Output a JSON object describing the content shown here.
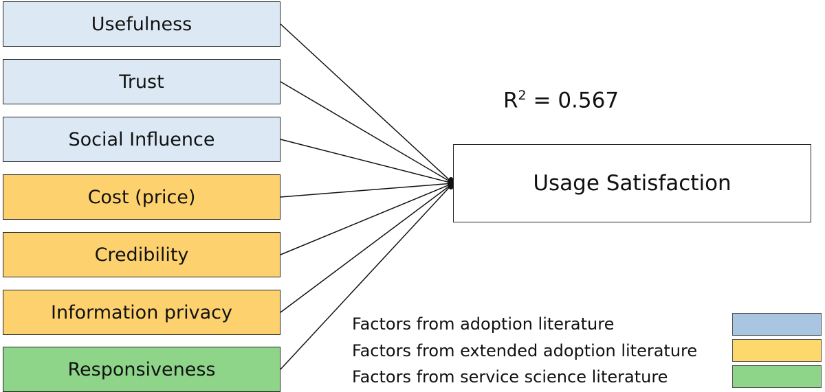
{
  "colors": {
    "adoption": "#dce9f4",
    "extended": "#fdd26e",
    "service": "#8ed58a",
    "legend_adoption": "#a8c6e1",
    "legend_extended": "#fdd96b",
    "legend_service": "#8ed58a"
  },
  "factors": [
    {
      "label": "Usefulness",
      "group": "adoption"
    },
    {
      "label": "Trust",
      "group": "adoption"
    },
    {
      "label": "Social Influence",
      "group": "adoption"
    },
    {
      "label": "Cost (price)",
      "group": "extended"
    },
    {
      "label": "Credibility",
      "group": "extended"
    },
    {
      "label": "Information privacy",
      "group": "extended"
    },
    {
      "label": "Responsiveness",
      "group": "service"
    }
  ],
  "outcome": {
    "label": "Usage Satisfaction"
  },
  "r_squared": {
    "prefix": "R",
    "exponent": "2",
    "value": " = 0.567"
  },
  "legend": [
    {
      "label": "Factors from adoption literature",
      "group": "adoption"
    },
    {
      "label": "Factors from extended adoption literature",
      "group": "extended"
    },
    {
      "label": "Factors from service science literature",
      "group": "service"
    }
  ]
}
